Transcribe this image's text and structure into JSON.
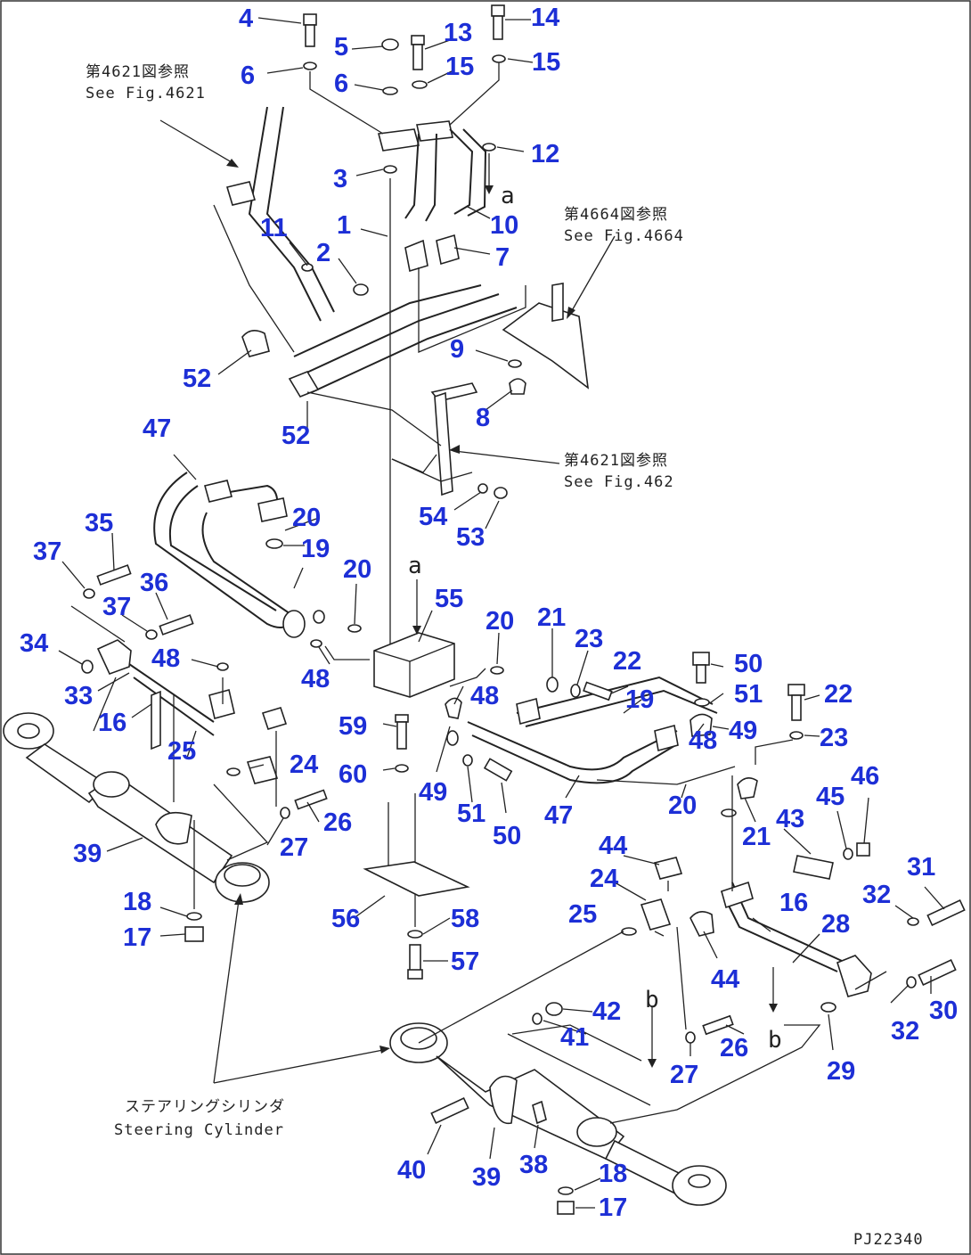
{
  "notes": {
    "ref_top_left_jp": "第4621図参照",
    "ref_top_left_en": "See Fig.4621",
    "ref_top_right_jp": "第4664図参照",
    "ref_top_right_en": "See Fig.4664",
    "ref_mid_jp": "第4621図参照",
    "ref_mid_en": "See Fig.462",
    "steering_jp": "ステアリングシリンダ",
    "steering_en": "Steering Cylinder",
    "figure_id": "PJ22340",
    "view_a_top": "a",
    "view_a_mid": "a",
    "view_b_left": "b",
    "view_b_right": "b"
  },
  "callouts": {
    "c4": "4",
    "c5": "5",
    "c13": "13",
    "c14": "14",
    "c15a": "15",
    "c15b": "15",
    "c6a": "6",
    "c6b": "6",
    "c12": "12",
    "c3": "3",
    "c10": "10",
    "c11": "11",
    "c1": "1",
    "c2": "2",
    "c7": "7",
    "c9": "9",
    "c8": "8",
    "c52a": "52",
    "c52b": "52",
    "c47a": "47",
    "c54": "54",
    "c53": "53",
    "c35": "35",
    "c20a": "20",
    "c19a": "19",
    "c37a": "37",
    "c36": "36",
    "c20b": "20",
    "c55": "55",
    "c20c": "20",
    "c21a": "21",
    "c23a": "23",
    "c22a": "22",
    "c50a": "50",
    "c22b": "22",
    "c37b": "37",
    "c34": "34",
    "c48a": "48",
    "c48b": "48",
    "c19b": "19",
    "c51a": "51",
    "c33": "33",
    "c16a": "16",
    "c48c": "48",
    "c48d": "48",
    "c49a": "49",
    "c23b": "23",
    "c59": "59",
    "c25a": "25",
    "c60": "60",
    "c24a": "24",
    "c49b": "49",
    "c46": "46",
    "c45": "45",
    "c26a": "26",
    "c51b": "51",
    "c50b": "50",
    "c47b": "47",
    "c20d": "20",
    "c21b": "21",
    "c43": "43",
    "c27a": "27",
    "c39a": "39",
    "c44a": "44",
    "c31": "31",
    "c24b": "24",
    "c32a": "32",
    "c18a": "18",
    "c56": "56",
    "c58": "58",
    "c25b": "25",
    "c16b": "16",
    "c28": "28",
    "c17a": "17",
    "c57": "57",
    "c44b": "44",
    "c30": "30",
    "c42": "42",
    "c32b": "32",
    "c41": "41",
    "c26b": "26",
    "c29": "29",
    "c27b": "27",
    "c40": "40",
    "c39b": "39",
    "c38": "38",
    "c18b": "18",
    "c17b": "17"
  }
}
